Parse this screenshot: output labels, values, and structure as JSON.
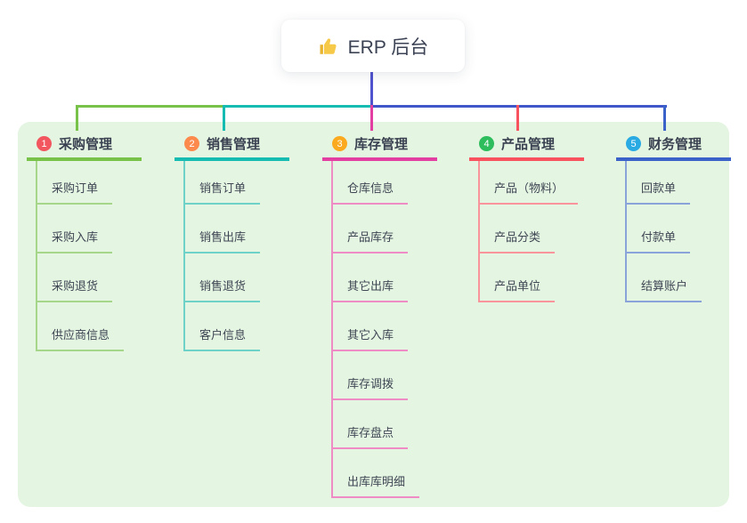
{
  "root": {
    "label": "ERP 后台",
    "icon": "thumbs-up-icon"
  },
  "panel_color": "#e4f5e2",
  "connector": {
    "root_line_color": "#5053ce",
    "bus_colors": [
      "#78c24a",
      "#16bcb2",
      "#3f57c8"
    ]
  },
  "branches": [
    {
      "badge": "1",
      "title": "采购管理",
      "badge_color": "#f2565f",
      "line_color": "#78c24a",
      "sub_line_color": "#a6d689",
      "children": [
        "采购订单",
        "采购入库",
        "采购退货",
        "供应商信息"
      ]
    },
    {
      "badge": "2",
      "title": "销售管理",
      "badge_color": "#fc8a4d",
      "line_color": "#16bcb2",
      "sub_line_color": "#6ed2c8",
      "children": [
        "销售订单",
        "销售出库",
        "销售退货",
        "客户信息"
      ]
    },
    {
      "badge": "3",
      "title": "库存管理",
      "badge_color": "#fbaa1f",
      "line_color": "#e33fa2",
      "sub_line_color": "#ef8cc6",
      "children": [
        "仓库信息",
        "产品库存",
        "其它出库",
        "其它入库",
        "库存调拨",
        "库存盘点",
        "出库库明细"
      ]
    },
    {
      "badge": "4",
      "title": "产品管理",
      "badge_color": "#2ebd5d",
      "line_color": "#f8525f",
      "sub_line_color": "#f9939c",
      "children": [
        "产品（物料）",
        "产品分类",
        "产品单位"
      ]
    },
    {
      "badge": "5",
      "title": "财务管理",
      "badge_color": "#29aae3",
      "line_color": "#3a62c8",
      "sub_line_color": "#8aa4da",
      "children": [
        "回款单",
        "付款单",
        "结算账户"
      ]
    }
  ]
}
